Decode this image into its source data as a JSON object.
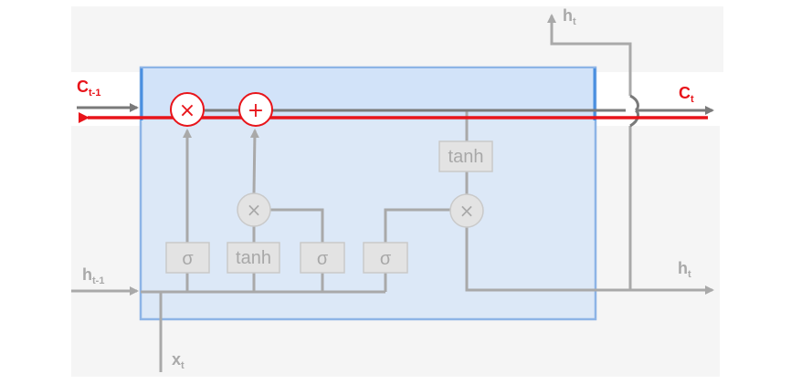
{
  "labels": {
    "c_prev": {
      "main": "C",
      "sub": "t-1"
    },
    "c_next": {
      "main": "C",
      "sub": "t"
    },
    "h_prev": {
      "main": "h",
      "sub": "t-1"
    },
    "h_out_top": {
      "main": "h",
      "sub": "t"
    },
    "h_out_right": {
      "main": "h",
      "sub": "t"
    },
    "x_in": {
      "main": "x",
      "sub": "t"
    }
  },
  "gates": {
    "forget_sigma": "σ",
    "input_sigma": "σ",
    "candidate_tanh": "tanh",
    "output_sigma": "σ",
    "cell_tanh": "tanh"
  },
  "ops": {
    "forget_multiply": "×",
    "cell_add": "+",
    "input_multiply": "×",
    "output_multiply": "×"
  },
  "colors": {
    "highlight_red": "#e8141a",
    "cell_fill": "#dce8f7",
    "cell_top_band": "#d2e3f9",
    "cell_border": "#8db4e6",
    "gate_fill": "#e3e3e3",
    "gate_border": "#c9c9c9",
    "line_gray": "#a9a9a9",
    "dark_line": "#7a7a7a",
    "background_gray": "#f5f5f5"
  }
}
